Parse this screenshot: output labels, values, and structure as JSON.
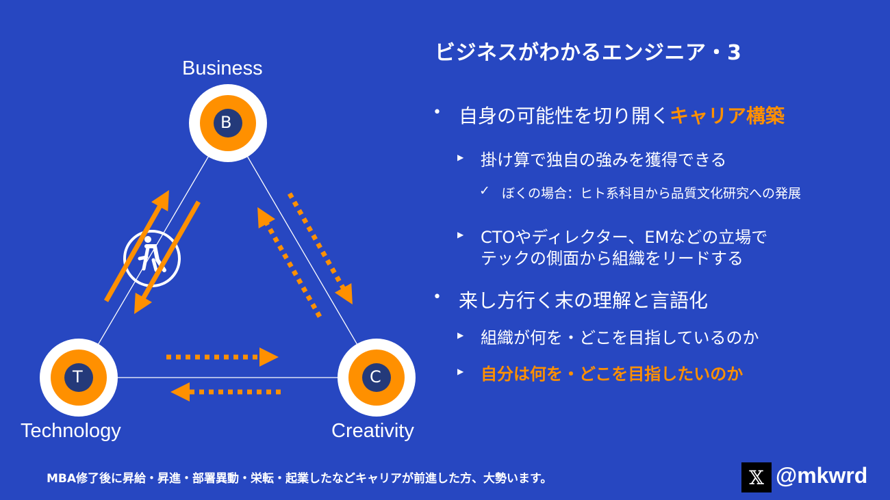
{
  "title": "ビジネスがわかるエンジニア・3",
  "diagram": {
    "nodes": [
      {
        "letter": "B",
        "label": "Business"
      },
      {
        "letter": "T",
        "label": "Technology"
      },
      {
        "letter": "C",
        "label": "Creativity"
      }
    ],
    "icon": "walking-person-icon"
  },
  "bullets": {
    "b1_prefix": "自身の可能性を切り開く",
    "b1_highlight": "キャリア構築",
    "b1_sub1": "掛け算で独自の強みを獲得できる",
    "b1_sub1_check": "ぼくの場合：ヒト系科目から品質文化研究への発展",
    "b1_sub2_line1": "CTOやディレクター、EMなどの立場で",
    "b1_sub2_line2": "テックの側面から組織をリードする",
    "b2": "来し方行く末の理解と言語化",
    "b2_sub1": "組織が何を・どこを目指しているのか",
    "b2_sub2": "自分は何を・どこを目指したいのか"
  },
  "footer": "MBA修了後に昇給・昇進・部署異動・栄転・起業したなどキャリアが前進した方、大勢います。",
  "handle": "@mkwrd",
  "colors": {
    "background": "#2747c1",
    "accent": "#ff9000",
    "node_center": "#243a7a"
  }
}
